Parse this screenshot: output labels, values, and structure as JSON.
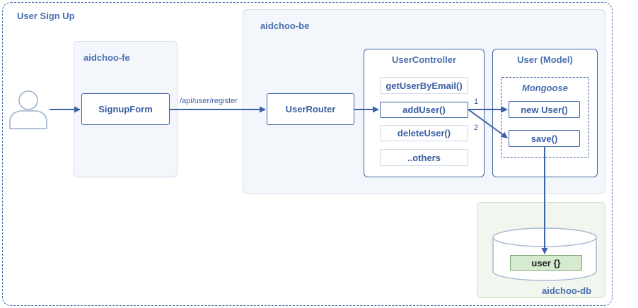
{
  "title": "User Sign Up",
  "frontend": {
    "label": "aidchoo-fe",
    "component": "SignupForm"
  },
  "backend": {
    "label": "aidchoo-be",
    "router": "UserRouter",
    "controller": {
      "title": "UserController",
      "methods": [
        "getUserByEmail()",
        "addUser()",
        "deleteUser()",
        "..others"
      ]
    },
    "model": {
      "title": "User (Model)",
      "odm_label": "Mongoose",
      "actions": [
        "new User()",
        "save()"
      ]
    }
  },
  "database": {
    "label": "aidchoo-db",
    "record": "user {}"
  },
  "edges": {
    "route_label": "/api/user/register",
    "step_1": "1",
    "step_2": "2"
  },
  "colors": {
    "accent": "#3e62a6",
    "region_fill": "#f3f7fc",
    "db_fill": "#f1f7ee",
    "record_fill": "#d6ead0"
  },
  "icons": {
    "actor": "user-icon"
  }
}
